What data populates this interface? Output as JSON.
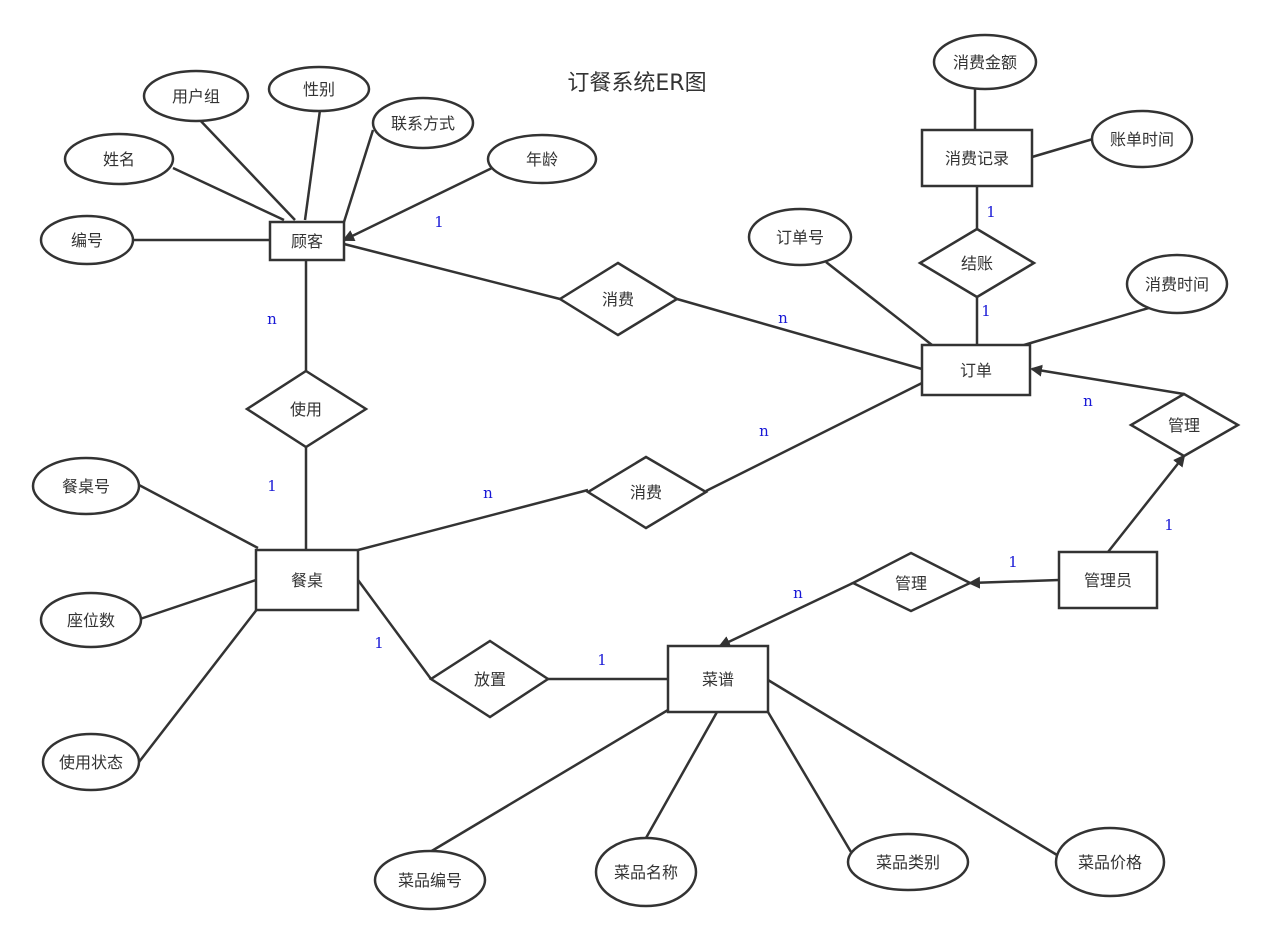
{
  "title": "订餐系统ER图",
  "entities": {
    "customer": "顾客",
    "order": "订单",
    "table": "餐桌",
    "menu": "菜谱",
    "admin": "管理员",
    "record": "消费记录"
  },
  "relations": {
    "consume_order": "消费",
    "use": "使用",
    "consume_table": "消费",
    "checkout": "结账",
    "manage_order": "管理",
    "manage_menu": "管理",
    "place": "放置"
  },
  "attributes": {
    "customer_id": "编号",
    "customer_name": "姓名",
    "user_group": "用户组",
    "gender": "性别",
    "contact": "联系方式",
    "age": "年龄",
    "order_no": "订单号",
    "consume_time": "消费时间",
    "amount": "消费金额",
    "bill_time": "账单时间",
    "table_no": "餐桌号",
    "seats": "座位数",
    "status": "使用状态",
    "dish_no": "菜品编号",
    "dish_name": "菜品名称",
    "dish_type": "菜品类别",
    "dish_price": "菜品价格"
  },
  "cardinalities": {
    "customer_consume": "1",
    "consume_order": "n",
    "customer_use": "n",
    "use_table": "1",
    "table_consume": "n",
    "consume_order2": "n",
    "record_checkout": "1",
    "checkout_order": "1",
    "order_manage": "n",
    "manage_admin": "1",
    "admin_manage": "1",
    "manage_menu": "n",
    "table_place": "1",
    "place_menu": "1"
  },
  "colors": {
    "stroke": "#333333",
    "cardinality": "#1a1ad6"
  }
}
